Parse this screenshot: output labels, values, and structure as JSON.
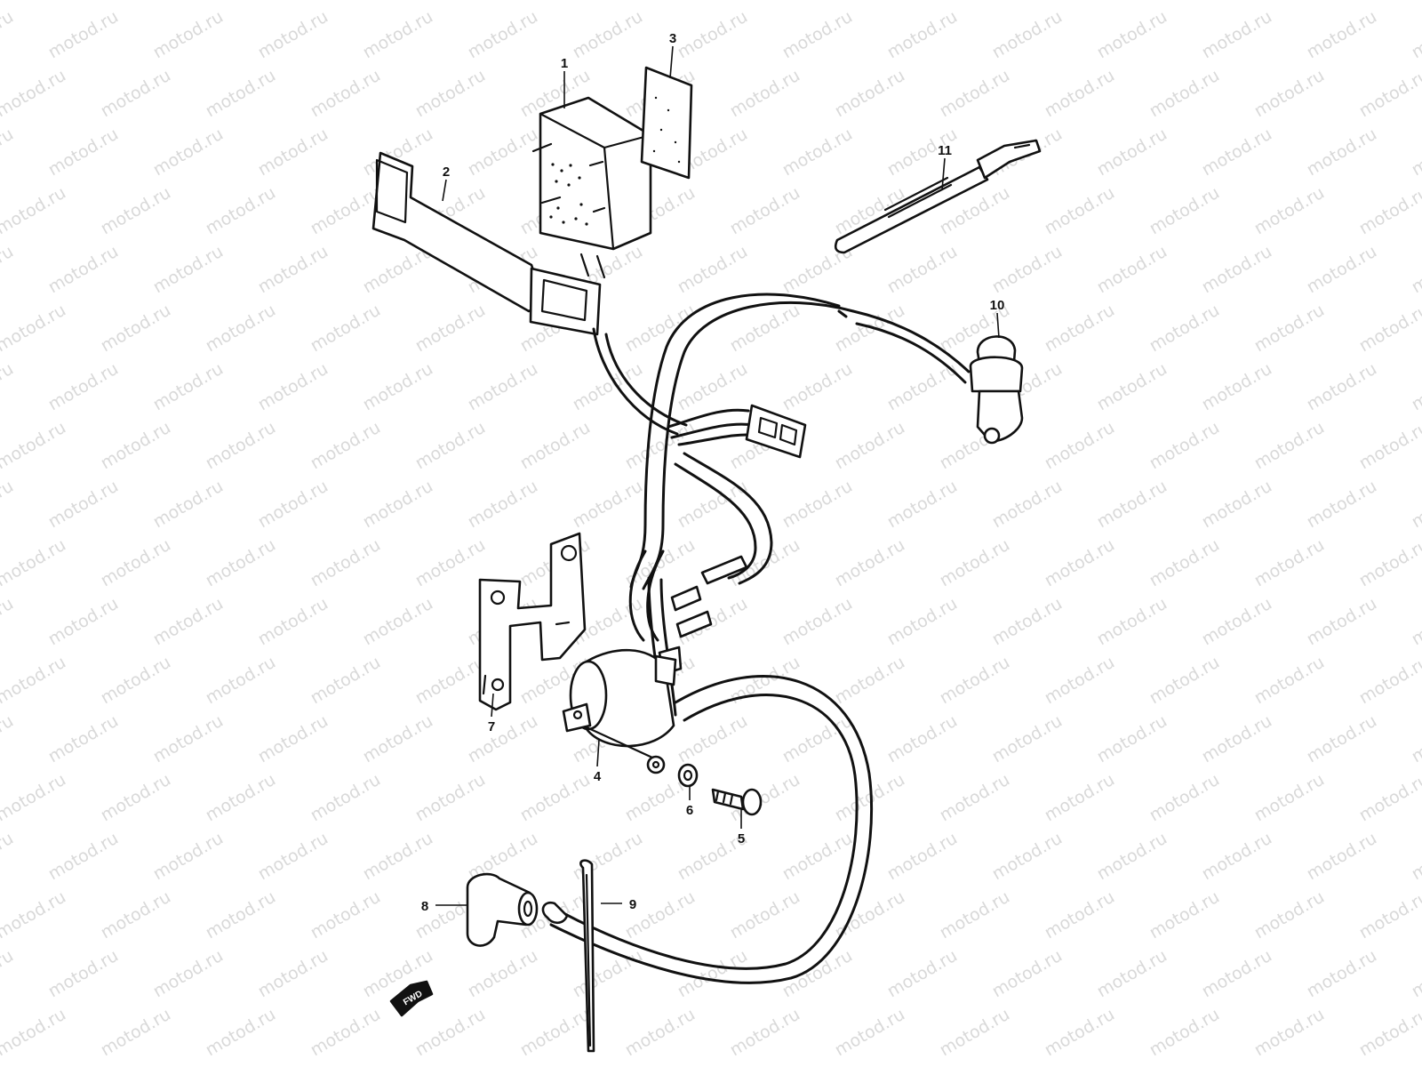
{
  "watermark": "motod.ru",
  "callouts": [
    "1",
    "2",
    "3",
    "4",
    "5",
    "6",
    "7",
    "8",
    "9",
    "10",
    "11"
  ],
  "arrow_label": "FWD",
  "colors": {
    "ink": "#111111",
    "watermark": "#d9d9d9",
    "background": "#ffffff"
  }
}
